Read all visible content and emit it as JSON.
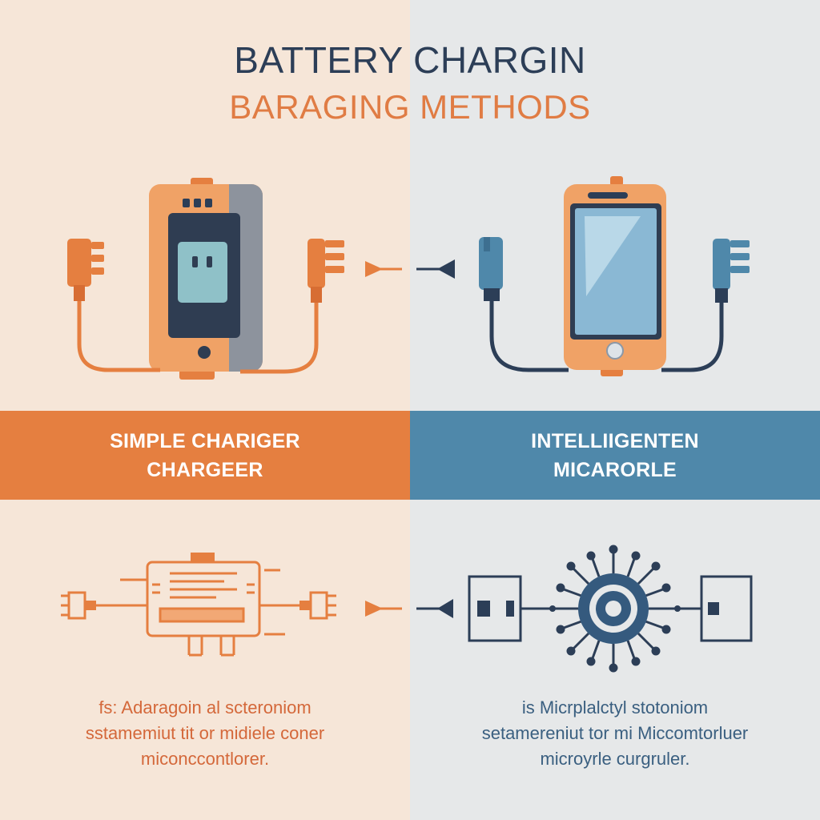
{
  "header": {
    "title": "BATTERY CHARGIN",
    "subtitle": "BARAGING METHODS"
  },
  "left_panel": {
    "band_line1": "SIMPLE CHARIGER",
    "band_line2": "CHARGEER",
    "desc_line1": "fs:  Adaragoin al scteroniom",
    "desc_line2": "sstamemiut tit or midiele coner",
    "desc_line3": "miconccontlorer."
  },
  "right_panel": {
    "band_line1": "INTELLIIGENTEN",
    "band_line2": "MICARORLE",
    "desc_line1": "is  Micrplalctyl stotoniom",
    "desc_line2": "setamereniut tor mi Miccomtorluer",
    "desc_line3": "microyrle curgruler."
  },
  "colors": {
    "orange": "#e57f40",
    "blue": "#4f88aa",
    "navy": "#2c3e57",
    "left_bg": "#f6e6d8",
    "right_bg": "#e6e8e9"
  }
}
